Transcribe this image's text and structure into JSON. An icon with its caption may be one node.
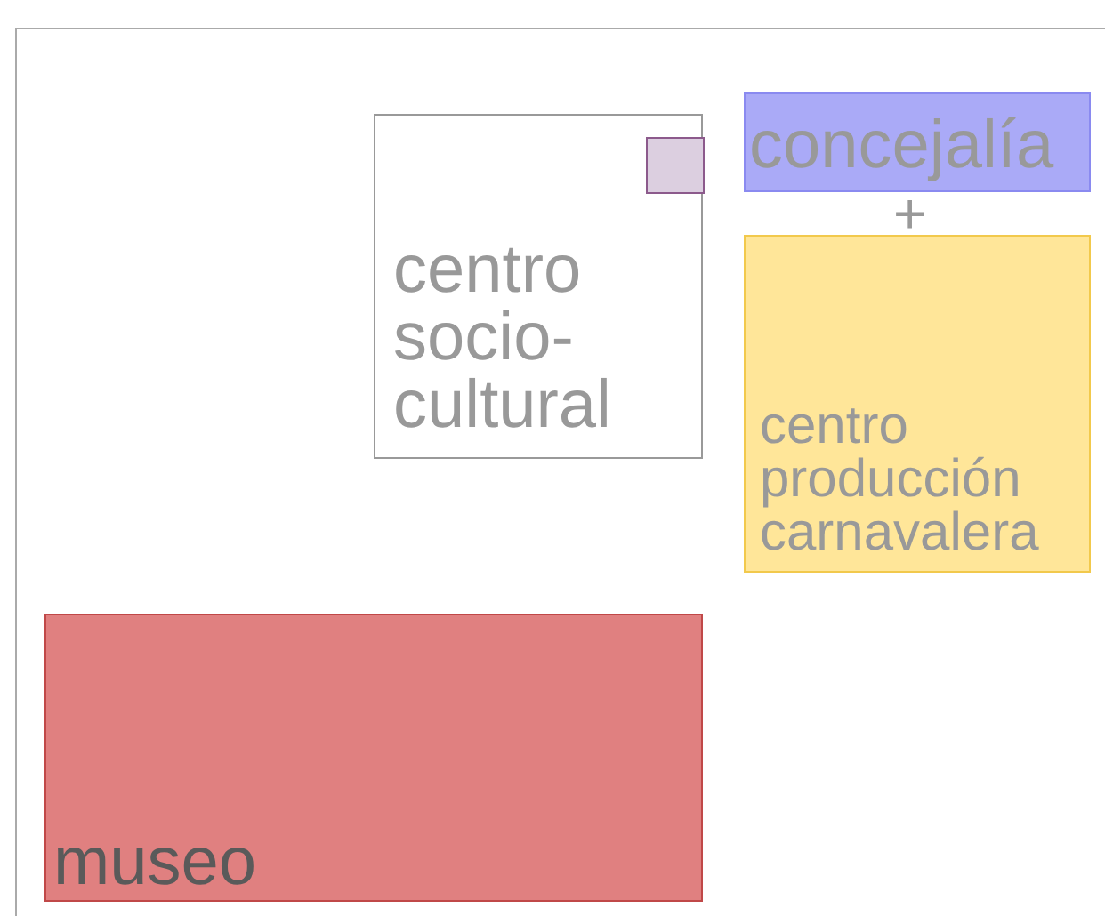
{
  "diagram": {
    "nodes": [
      {
        "text": [
          "centro socio-cultural"
        ]
      },
      {
        "text": [],
        "shape": "box",
        "in": 0
      },
      {
        "text": [
          "concejalía"
        ]
      },
      {
        "text": [
          "centro producción carnavalera"
        ]
      },
      {
        "text": [
          "museo"
        ]
      }
    ],
    "labels": [
      "+"
    ]
  }
}
